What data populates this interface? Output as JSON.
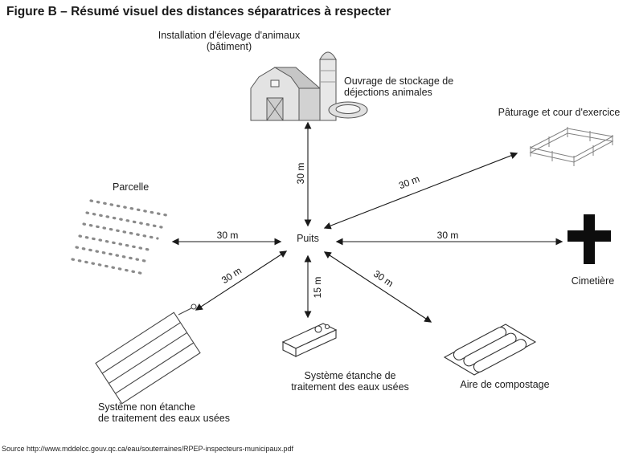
{
  "title": "Figure B – Résumé visuel des distances séparatrices à respecter",
  "labels": {
    "installation": "Installation d'élevage d'animaux\n(bâtiment)",
    "stockage": "Ouvrage de stockage de\ndéjections animales",
    "paturage": "Pâturage et cour d'exercice",
    "parcelle": "Parcelle",
    "puits": "Puits",
    "cimetiere": "Cimetière",
    "non_etanche": "Système non étanche\nde traitement des eaux usées",
    "etanche": "Système étanche de\ntraitement des eaux usées",
    "compostage": "Aire de compostage"
  },
  "distances": {
    "puits_installation": "30 m",
    "puits_paturage": "30 m",
    "puits_cimetiere": "30 m",
    "puits_parcelle": "30 m",
    "puits_non_etanche": "30 m",
    "puits_etanche": "15 m",
    "puits_compostage": "30 m"
  },
  "source": "Source http://www.mddelcc.gouv.qc.ca/eau/souterraines/RPEP-inspecteurs-municipaux.pdf"
}
